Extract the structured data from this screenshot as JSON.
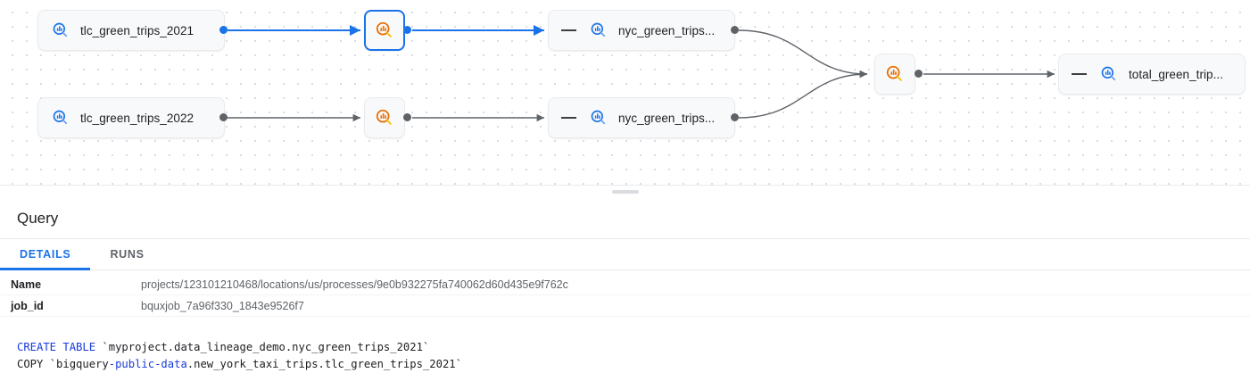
{
  "graph": {
    "nodes": [
      {
        "id": "tlc2021",
        "label": "tlc_green_trips_2021",
        "icon": "bigquery-table-icon",
        "kind": "table",
        "selected": false
      },
      {
        "id": "tlc2022",
        "label": "tlc_green_trips_2022",
        "icon": "bigquery-table-icon",
        "kind": "table",
        "selected": false
      },
      {
        "id": "proc1",
        "label": "",
        "icon": "bigquery-process-icon",
        "kind": "process",
        "selected": true
      },
      {
        "id": "proc2",
        "label": "",
        "icon": "bigquery-process-icon",
        "kind": "process",
        "selected": false
      },
      {
        "id": "nyc1",
        "label": "nyc_green_trips...",
        "icon": "bigquery-table-icon",
        "kind": "table",
        "selected": false
      },
      {
        "id": "nyc2",
        "label": "nyc_green_trips...",
        "icon": "bigquery-table-icon",
        "kind": "table",
        "selected": false
      },
      {
        "id": "proc3",
        "label": "",
        "icon": "bigquery-process-icon",
        "kind": "process",
        "selected": false
      },
      {
        "id": "total",
        "label": "total_green_trip...",
        "icon": "bigquery-table-icon",
        "kind": "table",
        "selected": false
      }
    ],
    "colors": {
      "highlight": "#1a73e8",
      "edge": "#5f6368",
      "process_icon": "#e8710a",
      "table_icon": "#1a73e8"
    }
  },
  "panel": {
    "title": "Query",
    "tabs": [
      {
        "id": "details",
        "label": "DETAILS",
        "active": true
      },
      {
        "id": "runs",
        "label": "RUNS",
        "active": false
      }
    ],
    "details": [
      {
        "key": "Name",
        "value": "projects/123101210468/locations/us/processes/9e0b932275fa740062d60d435e9f762c"
      },
      {
        "key": "job_id",
        "value": "bquxjob_7a96f330_1843e9526f7"
      }
    ],
    "sql": {
      "line1_kw": "CREATE TABLE",
      "line1_rest": " `myproject.data_lineage_demo.nyc_green_trips_2021`",
      "line2_a": "COPY `bigquery",
      "line2_kw": "-public-data",
      "line2_b": ".new_york_taxi_trips.tlc_green_trips_2021`"
    }
  }
}
